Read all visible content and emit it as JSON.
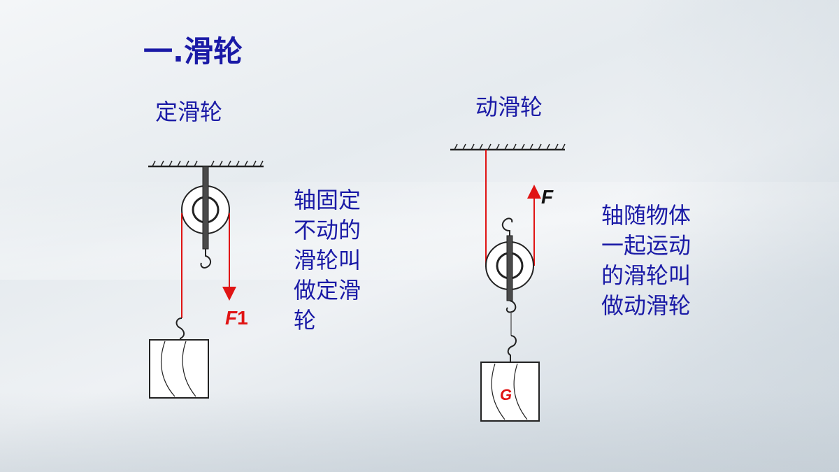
{
  "title": "一.滑轮",
  "fixed_pulley": {
    "heading": "定滑轮",
    "description_lines": [
      "轴固定",
      "不动的",
      "滑轮叫",
      "做定滑",
      "轮"
    ],
    "force_label_letter": "F",
    "force_label_subscript": "1",
    "force_color": "#e01414"
  },
  "movable_pulley": {
    "heading": "动滑轮",
    "description_lines": [
      "轴随物体",
      "一起运动",
      "的滑轮叫",
      "做动滑轮"
    ],
    "force_label": "F",
    "weight_label": "G",
    "force_color": "#e01414"
  },
  "colors": {
    "text": "#1a1aa6",
    "rope": "#e01414",
    "ink": "#222222"
  }
}
